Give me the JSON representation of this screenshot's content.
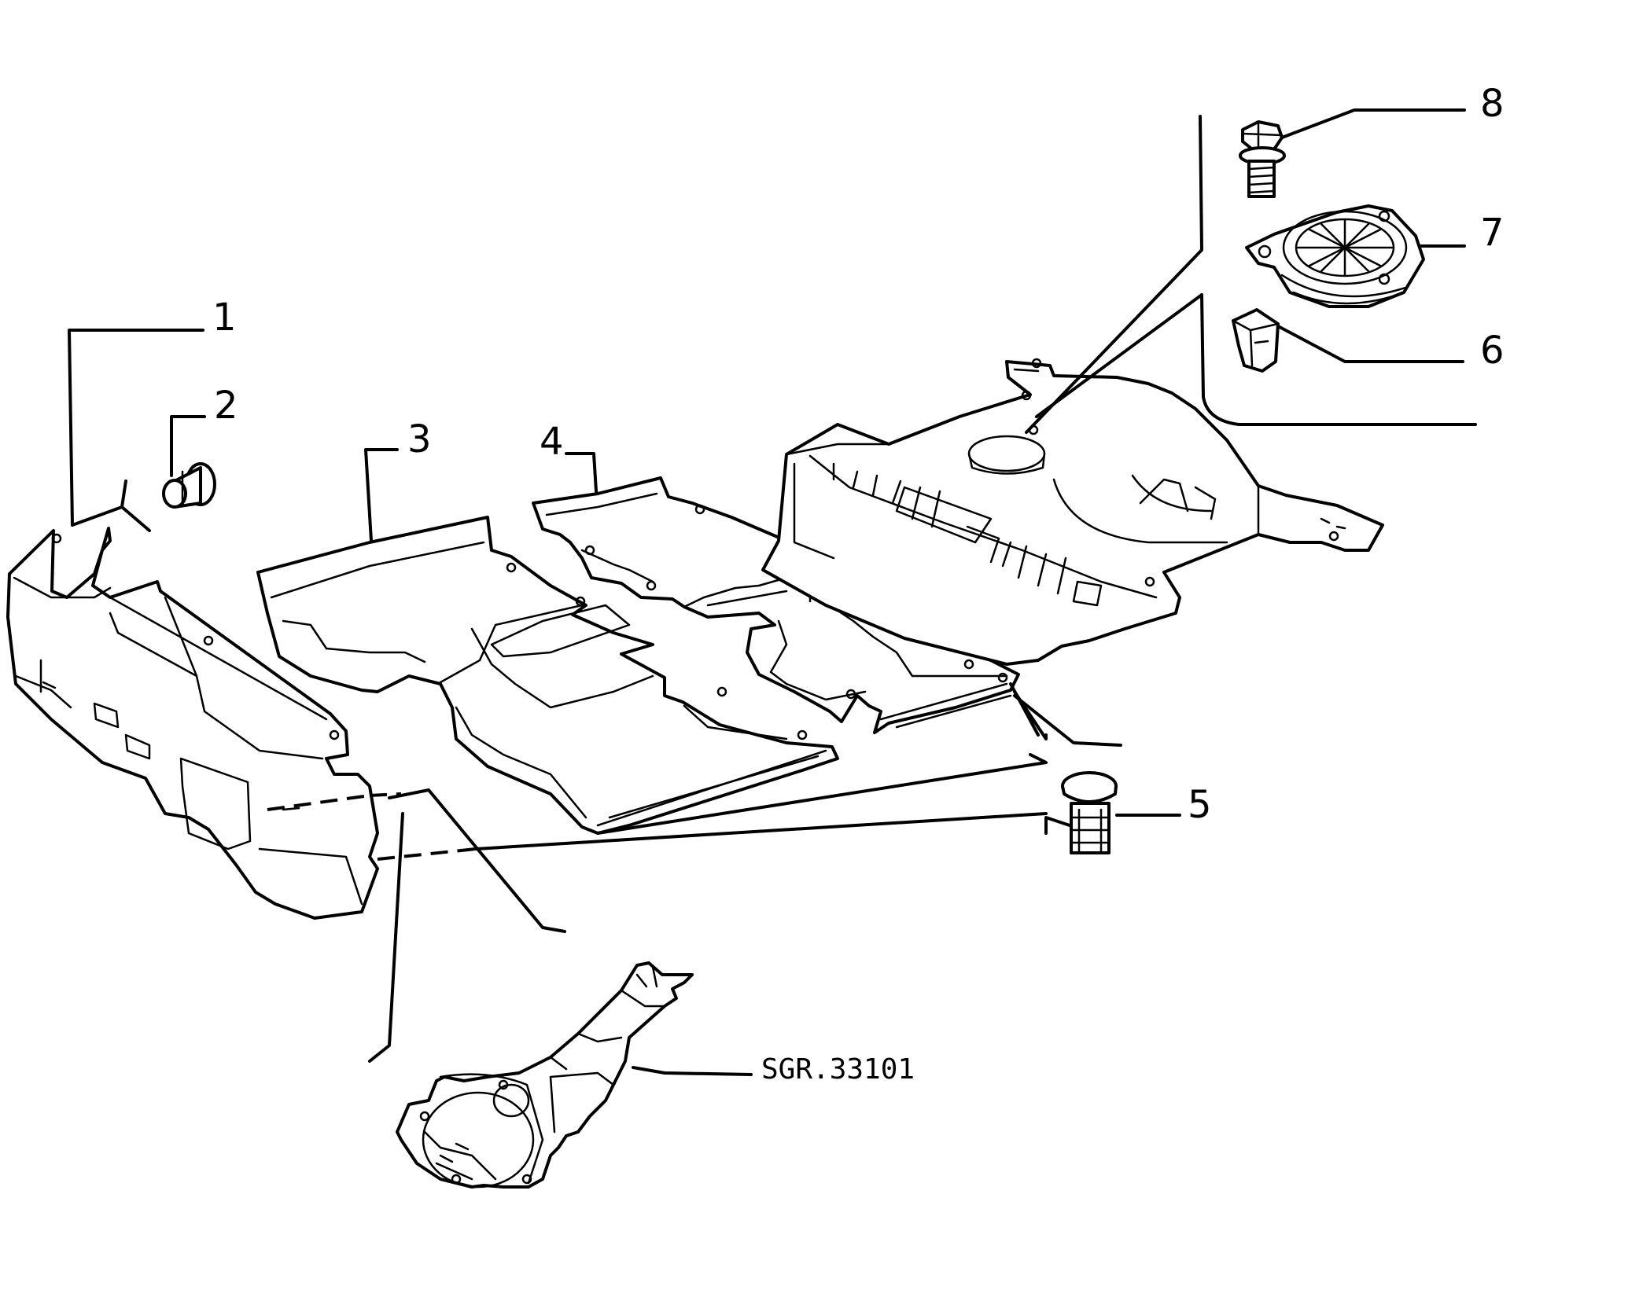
{
  "diagram": {
    "callouts": {
      "c1": "1",
      "c2": "2",
      "c3": "3",
      "c4": "4",
      "c5": "5",
      "c6": "6",
      "c7": "7",
      "c8": "8"
    },
    "reference": "SGR.33101"
  }
}
